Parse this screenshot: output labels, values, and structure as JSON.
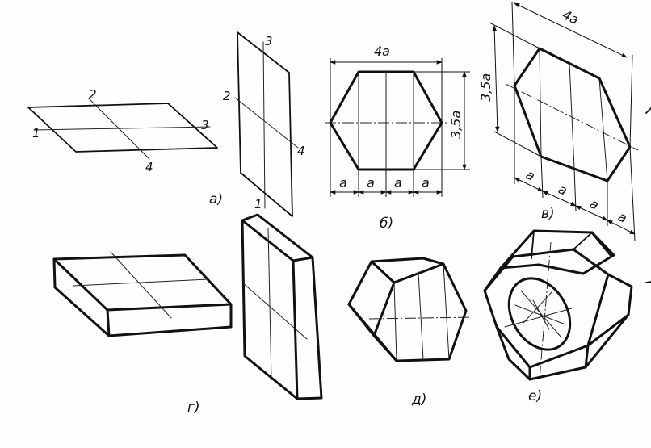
{
  "labels": {
    "n1": "1",
    "n2": "2",
    "n3": "3",
    "n4": "4"
  },
  "dimensions": {
    "width": "4a",
    "height": "3,5a",
    "segment": "a"
  },
  "captions": {
    "a": "а)",
    "b": "б)",
    "v": "в)",
    "g": "г)",
    "d": "д)",
    "e": "е)"
  }
}
